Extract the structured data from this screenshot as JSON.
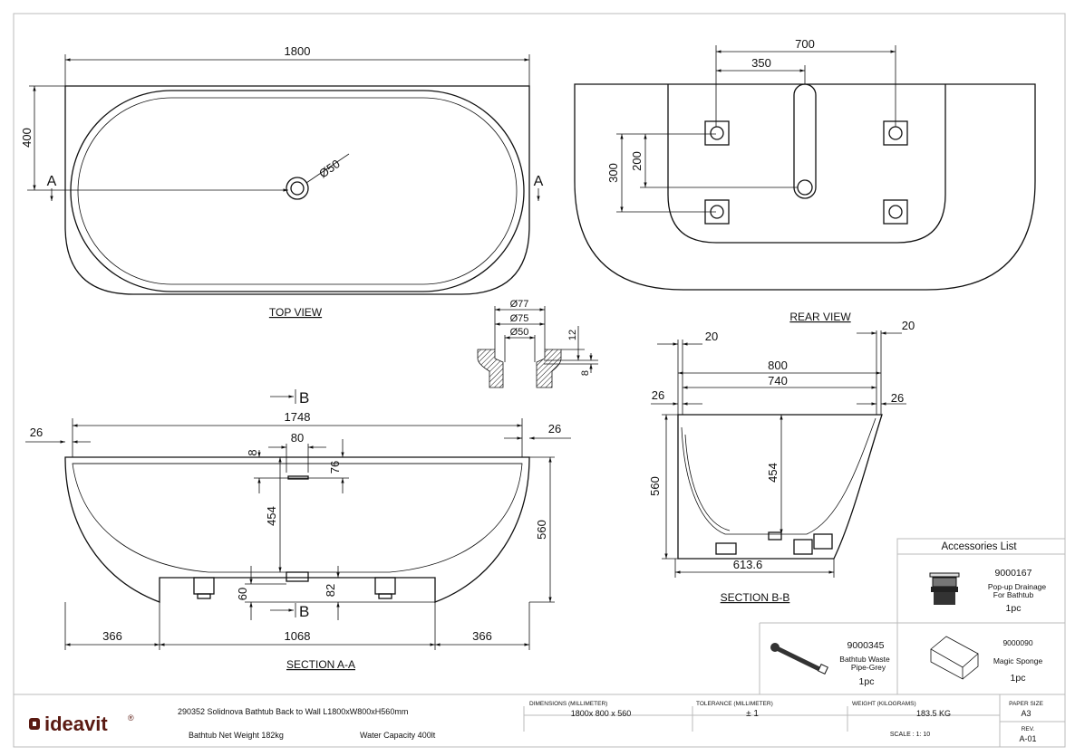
{
  "views": {
    "top_view": {
      "label": "TOP VIEW",
      "dims": {
        "length": "1800",
        "depth": "400",
        "drain": "Ø50",
        "section_left": "A",
        "section_right": "A"
      }
    },
    "rear_view": {
      "label": "REAR VIEW",
      "dims": {
        "spacing_700": "700",
        "spacing_350": "350",
        "height_300": "300",
        "height_200": "200"
      }
    },
    "drain_detail": {
      "dims": {
        "d77": "Ø77",
        "d75": "Ø75",
        "d50": "Ø50",
        "h12": "12",
        "h8": "8"
      }
    },
    "section_aa": {
      "label": "SECTION A-A",
      "section_marker": "B",
      "dims": {
        "inner_length": "1748",
        "rim_left": "26",
        "rim_right": "26",
        "overflow_width": "80",
        "overflow_8": "8",
        "overflow_76": "76",
        "depth": "454",
        "height": "560",
        "foot_60": "60",
        "foot_82": "82",
        "left": "366",
        "center": "1068",
        "right": "366"
      }
    },
    "section_bb": {
      "label": "SECTION B-B",
      "dims": {
        "rim_left": "20",
        "rim_right": "20",
        "outer_width": "800",
        "inner_width": "740",
        "wall_left": "26",
        "wall_right": "26",
        "height": "560",
        "depth": "454",
        "base": "613.6"
      }
    }
  },
  "accessories": {
    "title": "Accessories List",
    "items": [
      {
        "code": "9000167",
        "name_line1": "Pop-up Drainage",
        "name_line2": "For Bathtub",
        "qty": "1pc",
        "icon": "popup-drain-icon"
      },
      {
        "code": "9000345",
        "name_line1": "Bathtub Waste",
        "name_line2": "Pipe-Grey",
        "qty": "1pc",
        "icon": "waste-pipe-icon"
      },
      {
        "code": "9000090",
        "name_line1": "Magic Sponge",
        "qty": "1pc",
        "icon": "sponge-icon"
      }
    ]
  },
  "title_block": {
    "brand": "ideavit",
    "brand_mark": "®",
    "product": "290352 Solidnova  Bathtub Back to Wall  L1800xW800xH560mm",
    "net_weight": "Bathtub Net Weight 182kg",
    "capacity": "Water Capacity 400lt",
    "dimensions_label": "DIMENSIONS (MILLIMETER)",
    "dimensions_value": "1800x 800 x 560",
    "tolerance_label": "TOLERANCE (MILLIMETER)",
    "tolerance_value": "± 1",
    "weight_label": "WEIGHT (KILOGRAMS)",
    "weight_value": "183.5 KG",
    "scale": "SCALE : 1: 10",
    "paper_label": "PAPER SIZE",
    "paper_value": "A3",
    "rev_label": "REV.",
    "rev_value": "A-01",
    "brand_color": "#5a1a12"
  }
}
